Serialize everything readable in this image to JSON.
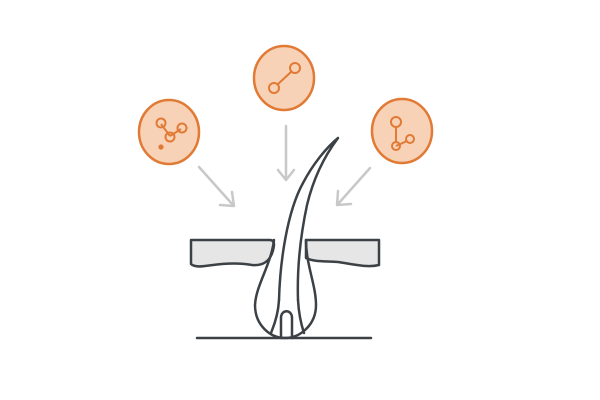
{
  "diagram": {
    "molecules": [
      {
        "name": "molecule-left",
        "icon": "molecule-cluster-icon"
      },
      {
        "name": "molecule-top",
        "icon": "molecule-dumbbell-icon"
      },
      {
        "name": "molecule-right",
        "icon": "molecule-branch-icon"
      }
    ],
    "arrows": [
      {
        "name": "arrow-left",
        "icon": "arrow-down-right-icon"
      },
      {
        "name": "arrow-top",
        "icon": "arrow-down-icon"
      },
      {
        "name": "arrow-right",
        "icon": "arrow-down-left-icon"
      }
    ],
    "hair_follicle": {
      "icon": "hair-follicle-icon"
    },
    "skin_layer": {
      "icon": "skin-layer-icon"
    }
  },
  "colors": {
    "molecule_fill": "#f8d2b6",
    "molecule_stroke": "#e07a35",
    "arrow": "#c8c8c8",
    "outline": "#3c4146",
    "skin_fill": "#e6e6e6"
  }
}
